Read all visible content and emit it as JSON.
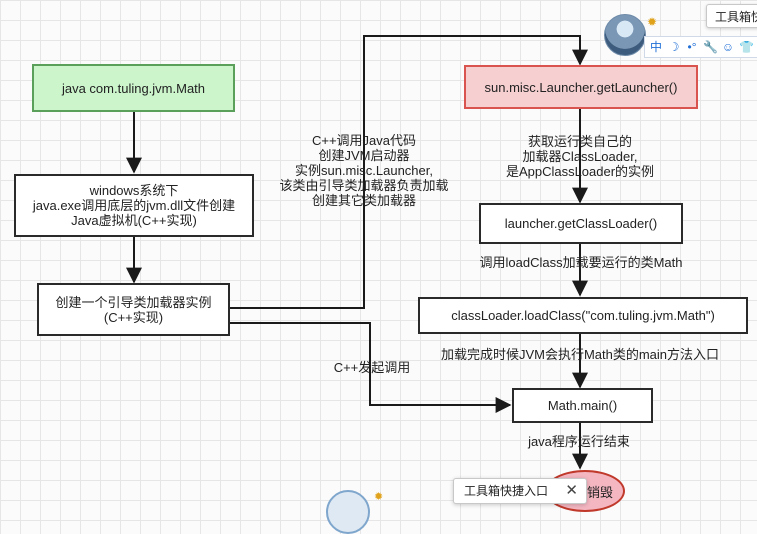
{
  "nodes": {
    "java_math": "java com.tuling.jvm.Math",
    "windows": "windows系统下\njava.exe调用底层的jvm.dll文件创建\nJava虚拟机(C++实现)",
    "bootstrap": "创建一个引导类加载器实例\n(C++实现)",
    "get_launcher": "sun.misc.Launcher.getLauncher()",
    "get_classloader": "launcher.getClassLoader()",
    "load_class": "classLoader.loadClass(\"com.tuling.jvm.Math\")",
    "math_main": "Math.main()",
    "destroy": "销毁"
  },
  "labels": {
    "cpp_call_java": "C++调用Java代码\n创建JVM启动器\n实例sun.misc.Launcher,\n该类由引导类加载器负责加载\n创建其它类加载器",
    "get_app_loader": "获取运行类自己的\n加载器ClassLoader,\n是AppClassLoader的实例",
    "call_loadclass": "调用loadClass加载要运行的类Math",
    "after_load": "加载完成时候JVM会执行Math类的main方法入口",
    "cpp_invoke": "C++发起调用",
    "program_end": "java程序运行结束"
  },
  "overlay": {
    "toolbox_tip_top": "工具箱快",
    "toolbox_tip_bottom": "工具箱快捷入口",
    "close_symbol": "✕",
    "ime_chars": [
      "中",
      "☽",
      "•°",
      "🔧",
      "☺",
      "👕"
    ]
  },
  "colors": {
    "start_fill": "#ccf5cc",
    "start_border": "#5aa05a",
    "launcher_fill": "#f6cfd0",
    "launcher_border": "#d9534f",
    "destroy_fill": "#f4b7c2",
    "edge": "#1a1a1a"
  }
}
